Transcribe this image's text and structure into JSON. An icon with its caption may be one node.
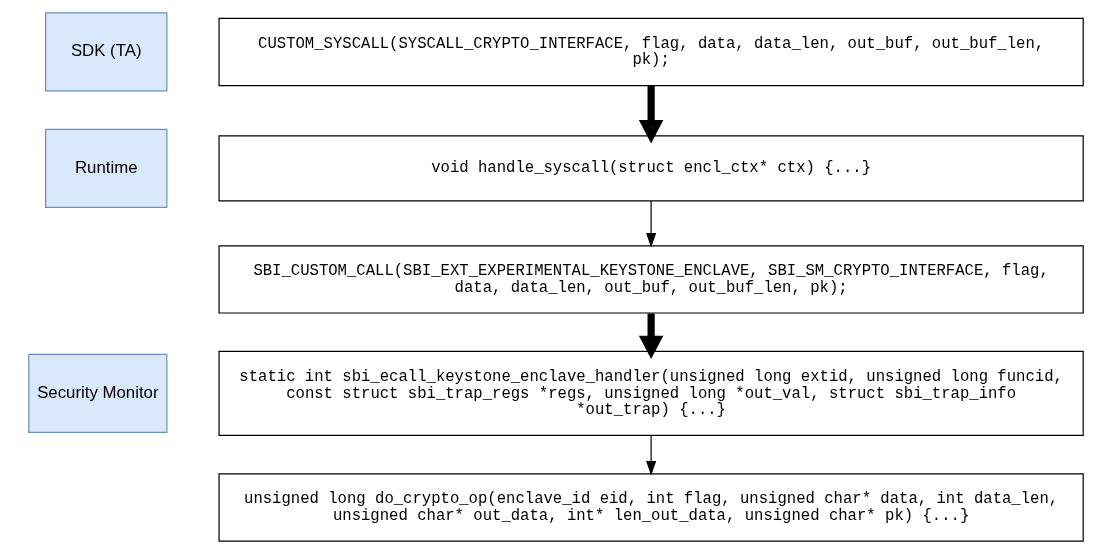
{
  "diagram": {
    "nodes": [
      {
        "text": [
          "SDK (TA)"
        ]
      },
      {
        "text": [
          "CUSTOM_SYSCALL(SYSCALL_CRYPTO_INTERFACE, flag, data, data_len, out_buf, out_buf_len, pk);"
        ]
      },
      {
        "text": [
          "Runtime"
        ]
      },
      {
        "text": [
          "void handle_syscall(struct encl_ctx* ctx) {...}"
        ]
      },
      {
        "text": [
          "SBI_CUSTOM_CALL(SBI_EXT_EXPERIMENTAL_KEYSTONE_ENCLAVE, SBI_SM_CRYPTO_INTERFACE, flag, data, data_len, out_buf, out_buf_len, pk);"
        ]
      },
      {
        "text": [
          "Security Monitor"
        ]
      },
      {
        "text": [
          "static int sbi_ecall_keystone_enclave_handler(unsigned long extid, unsigned long funcid, const struct sbi_trap_regs *regs, unsigned long *out_val, struct sbi_trap_info *out_trap) {...}"
        ]
      },
      {
        "text": [
          "unsigned long do_crypto_op(enclave_id eid, int flag, unsigned char* data, int data_len, unsigned char* out_data, int* len_out_data, unsigned char* pk) {...}"
        ]
      }
    ],
    "edges": [
      {
        "from": 1,
        "to": 3,
        "arrow": "to",
        "style": "thick"
      },
      {
        "from": 3,
        "to": 4,
        "arrow": "to"
      },
      {
        "from": 4,
        "to": 6,
        "arrow": "to",
        "style": "thick"
      },
      {
        "from": 6,
        "to": 7,
        "arrow": "to"
      }
    ]
  }
}
